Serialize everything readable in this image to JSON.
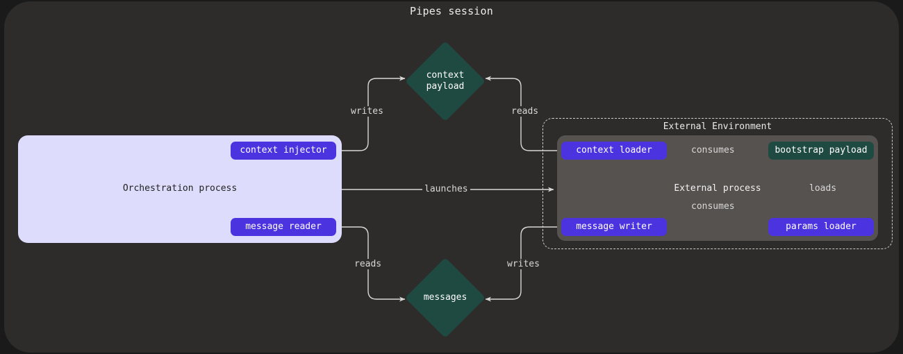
{
  "title": "Pipes session",
  "theme": {
    "page_background": "#1a1a1a",
    "shell_background": "#2d2c2a",
    "orchestration_panel": "#dedcfc",
    "external_process_panel": "#565250",
    "accent_purple": "#4c33e0",
    "accent_green": "#1f4a41",
    "edge_color": "#d8d8d8"
  },
  "orchestration": {
    "label": "Orchestration process",
    "nodes": [
      {
        "id": "context-injector",
        "label": "context injector",
        "style": "purple"
      },
      {
        "id": "message-reader",
        "label": "message reader",
        "style": "purple"
      }
    ]
  },
  "external_environment": {
    "label": "External Environment",
    "process_label": "External process",
    "nodes": [
      {
        "id": "context-loader",
        "label": "context loader",
        "style": "purple"
      },
      {
        "id": "bootstrap-payload",
        "label": "bootstrap payload",
        "style": "green"
      },
      {
        "id": "message-writer",
        "label": "message writer",
        "style": "purple"
      },
      {
        "id": "params-loader",
        "label": "params loader",
        "style": "purple"
      }
    ]
  },
  "stores": [
    {
      "id": "context-payload",
      "line1": "context",
      "line2": "payload",
      "style": "green"
    },
    {
      "id": "messages",
      "line1": "messages",
      "line2": "",
      "style": "green"
    }
  ],
  "edges": [
    {
      "id": "injector-writes-context",
      "label": "writes",
      "from": "context-injector",
      "to": "context-payload"
    },
    {
      "id": "loader-reads-context",
      "label": "reads",
      "from": "context-payload",
      "to": "context-loader"
    },
    {
      "id": "orchestration-launches-external",
      "label": "launches",
      "from": "orchestration-process",
      "to": "external-process"
    },
    {
      "id": "reader-reads-messages",
      "label": "reads",
      "from": "messages",
      "to": "message-reader"
    },
    {
      "id": "writer-writes-messages",
      "label": "writes",
      "from": "message-writer",
      "to": "messages"
    },
    {
      "id": "context-loader-consumes-bootstrap",
      "label": "consumes",
      "from": "context-loader",
      "to": "bootstrap-payload"
    },
    {
      "id": "message-writer-consumes-bootstrap",
      "label": "consumes",
      "from": "message-writer",
      "to": "bootstrap-payload"
    },
    {
      "id": "params-loader-loads-bootstrap",
      "label": "loads",
      "from": "params-loader",
      "to": "bootstrap-payload"
    }
  ]
}
